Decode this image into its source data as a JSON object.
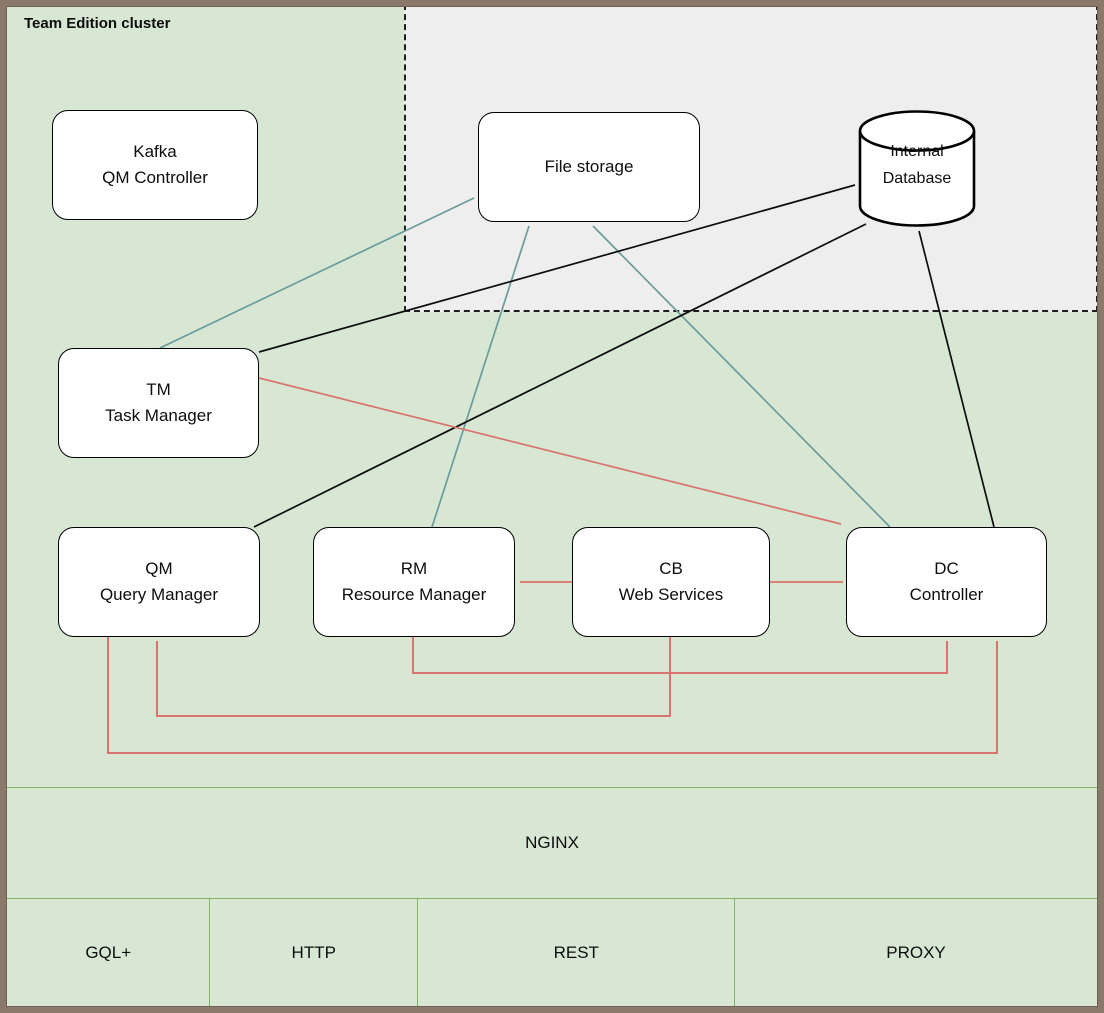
{
  "title": "Team Edition cluster",
  "colors": {
    "background_green": "#d7e7d4",
    "external_zone_gray": "#eeeeee",
    "frame_brown": "#8a796a",
    "node_fill": "#ffffff",
    "node_border": "#000000",
    "row_border_green": "#82b366",
    "teal": "#6a9c9b",
    "red": "#d9736e",
    "black": "#0d0d0d"
  },
  "nodes": {
    "kafka": {
      "line1": "Kafka",
      "line2": "QM Controller"
    },
    "file_storage": {
      "label": "File storage"
    },
    "database": {
      "line1": "Internal",
      "line2": "Database"
    },
    "tm": {
      "line1": "TM",
      "line2": "Task Manager"
    },
    "qm": {
      "line1": "QM",
      "line2": "Query Manager"
    },
    "rm": {
      "line1": "RM",
      "line2": "Resource Manager"
    },
    "cb": {
      "line1": "CB",
      "line2": "Web Services"
    },
    "dc": {
      "line1": "DC",
      "line2": "Controller"
    }
  },
  "edges": [
    {
      "from": "TM Task Manager",
      "to": "File storage",
      "color": "teal"
    },
    {
      "from": "RM Resource Manager",
      "to": "File storage",
      "color": "teal"
    },
    {
      "from": "DC Controller",
      "to": "File storage",
      "color": "teal"
    },
    {
      "from": "TM Task Manager",
      "to": "Internal Database",
      "color": "black"
    },
    {
      "from": "QM Query Manager",
      "to": "Internal Database",
      "color": "black"
    },
    {
      "from": "DC Controller",
      "to": "Internal Database",
      "color": "black"
    },
    {
      "from": "TM Task Manager",
      "to": "DC Controller",
      "color": "red"
    },
    {
      "from": "CB Web Services",
      "to": "RM Resource Manager",
      "color": "red"
    },
    {
      "from": "CB Web Services",
      "to": "DC Controller",
      "color": "red"
    },
    {
      "from": "CB Web Services",
      "to": "QM Query Manager",
      "color": "red"
    },
    {
      "from": "RM Resource Manager",
      "to": "DC Controller",
      "color": "red"
    },
    {
      "from": "QM Query Manager",
      "to": "DC Controller",
      "color": "red"
    }
  ],
  "rows": {
    "nginx": {
      "label": "NGINX"
    },
    "tiers": [
      {
        "label": "GQL+"
      },
      {
        "label": "HTTP"
      },
      {
        "label": "REST"
      },
      {
        "label": "PROXY"
      }
    ]
  }
}
